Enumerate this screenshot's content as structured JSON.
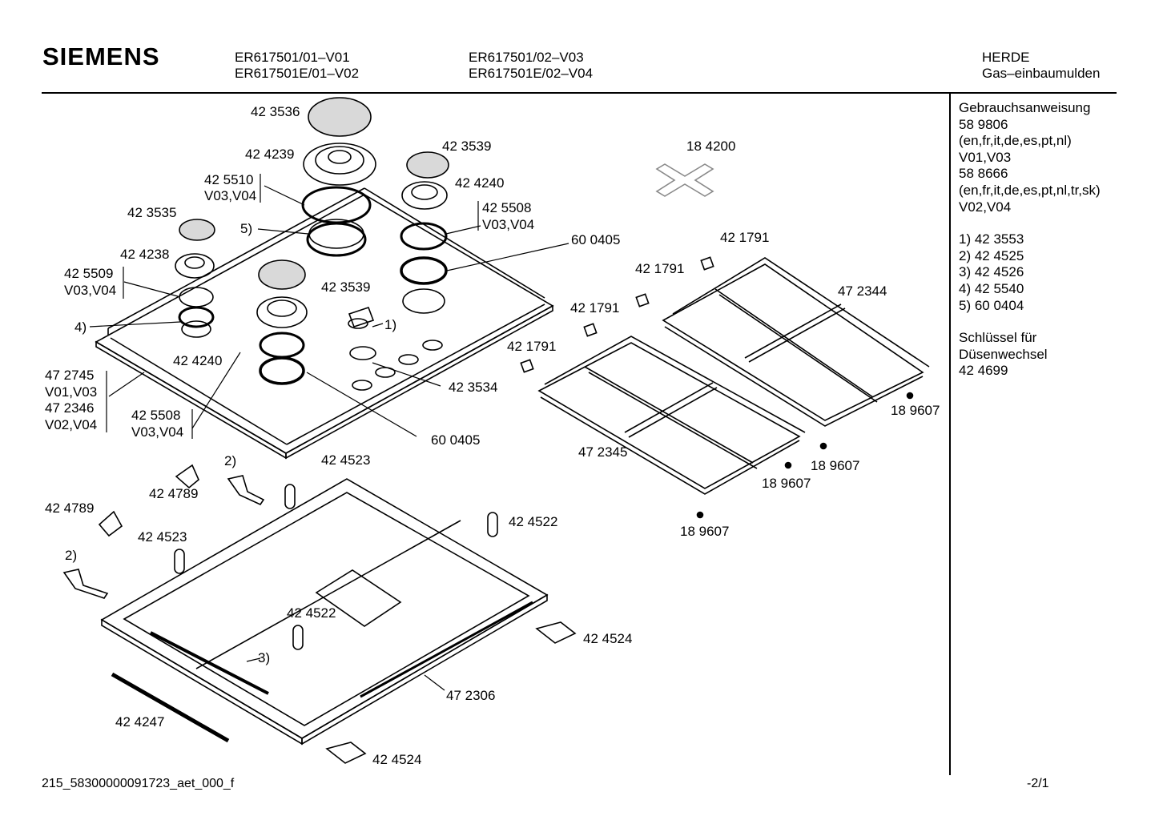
{
  "header": {
    "brand": "SIEMENS",
    "models_col1": [
      "ER617501/01–V01",
      "ER617501E/01–V02"
    ],
    "models_col2": [
      "ER617501/02–V03",
      "ER617501E/02–V04"
    ],
    "category": [
      "HERDE",
      "Gas–einbaumulden"
    ]
  },
  "sidebar": {
    "manual": [
      "Gebrauchsanweisung",
      "58 9806",
      "(en,fr,it,de,es,pt,nl)",
      "V01,V03",
      "58 8666",
      "(en,fr,it,de,es,pt,nl,tr,sk)",
      "V02,V04"
    ],
    "footnotes": [
      "1) 42 3553",
      "2) 42 4525",
      "3) 42 4526",
      "4) 42 5540",
      "5) 60 0404"
    ],
    "key": [
      "Schlüssel für",
      "Düsenwechsel",
      "42 4699"
    ]
  },
  "parts": {
    "p423536": "42 3536",
    "p424239": "42 4239",
    "p425510": "42 5510",
    "v0304_a": "V03,V04",
    "p423539_top": "42 3539",
    "p424240_top": "42 4240",
    "p425508_top": "42 5508",
    "v0304_b": "V03,V04",
    "p423535": "42 3535",
    "fn5": "5)",
    "p424238": "42 4238",
    "p425509": "42 5509",
    "v0304_c": "V03,V04",
    "fn4": "4)",
    "p423539_mid": "42 3539",
    "fn1": "1)",
    "p424240_mid": "42 4240",
    "p472745": "47 2745",
    "v0103": "V01,V03",
    "p472346": "47 2346",
    "v0204": "V02,V04",
    "p425508_bot": "42 5508",
    "v0304_d": "V03,V04",
    "p423534": "42 3534",
    "p600405_top": "60 0405",
    "p600405_bot": "60 0405",
    "p184200": "18 4200",
    "p421791_a": "42 1791",
    "p421791_b": "42 1791",
    "p421791_c": "42 1791",
    "p421791_d": "42 1791",
    "p472344": "47 2344",
    "p472345": "47 2345",
    "p189607_a": "18 9607",
    "p189607_b": "18 9607",
    "p189607_c": "18 9607",
    "p189607_d": "18 9607",
    "fn2_a": "2)",
    "p424523_a": "42 4523",
    "p424789_a": "42 4789",
    "p424789_b": "42 4789",
    "p424523_b": "42 4523",
    "fn2_b": "2)",
    "p424522_a": "42 4522",
    "p424522_b": "42 4522",
    "p424524_a": "42 4524",
    "fn3": "3)",
    "p472306": "47 2306",
    "p424247": "42 4247",
    "p424524_b": "42 4524"
  },
  "footer": {
    "doc_id": "215_58300000091723_aet_000_f",
    "page": "-2/1"
  }
}
